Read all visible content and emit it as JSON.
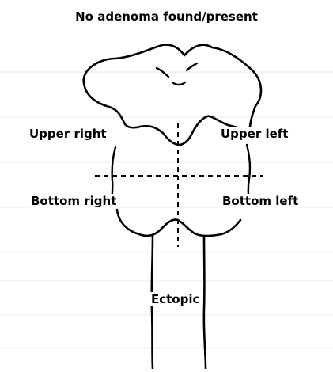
{
  "title": "No adenoma found/present",
  "regions": {
    "upper_right": "Upper right",
    "upper_left": "Upper left",
    "bottom_right": "Bottom right",
    "bottom_left": "Bottom left",
    "ectopic": "Ectopic"
  },
  "colors": {
    "outline": "#000000",
    "faint_lines": "#e9e9e9",
    "background": "#ffffff"
  }
}
